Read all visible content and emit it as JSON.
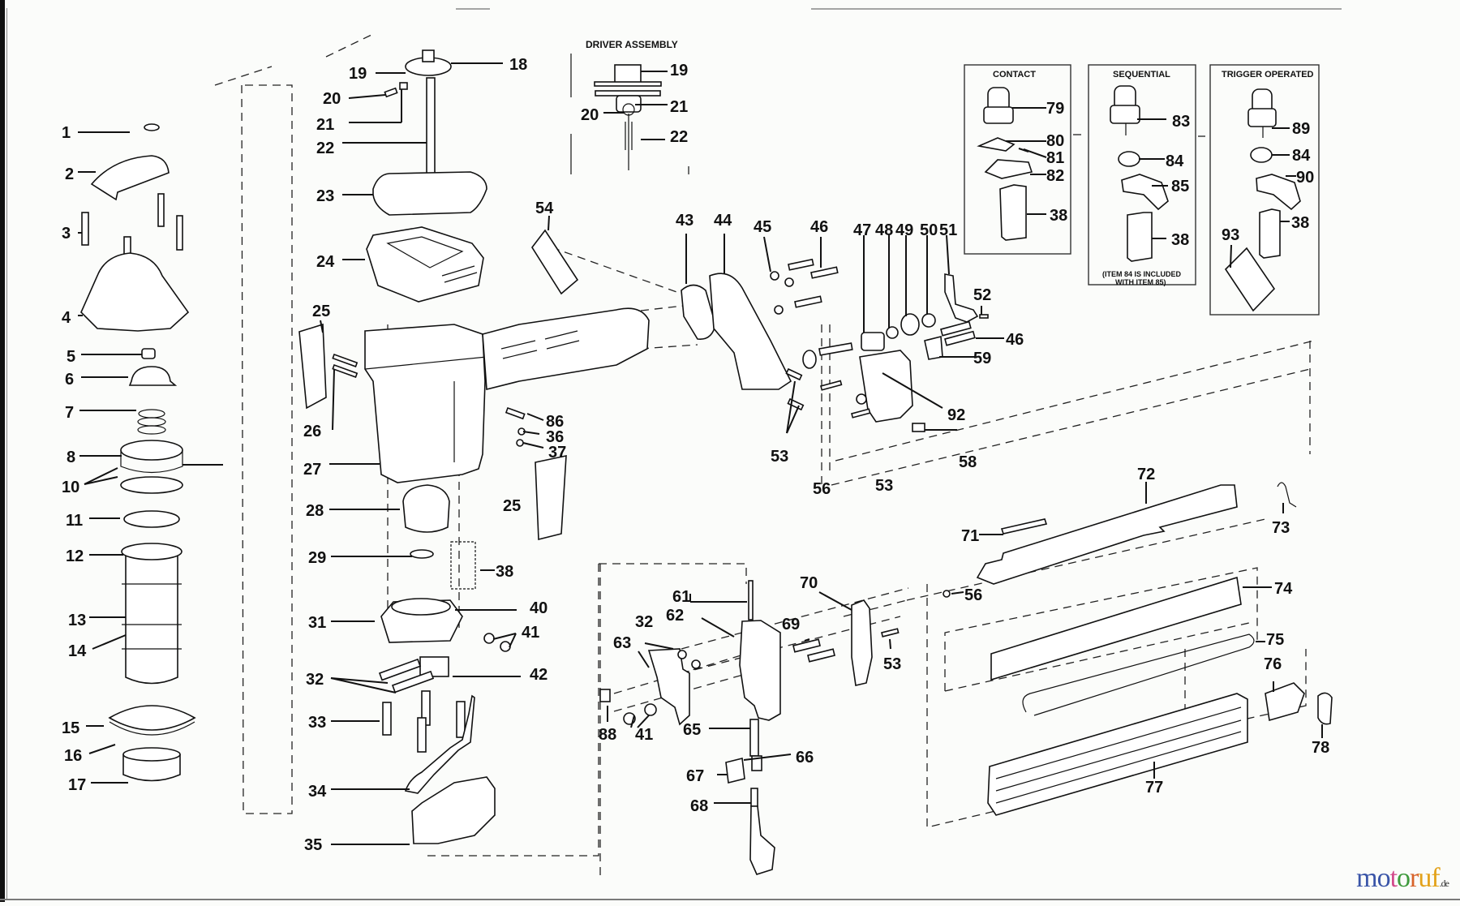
{
  "diagram": {
    "title": "Exploded parts diagram",
    "insets": {
      "driver_assembly": {
        "title": "DRIVER ASSEMBLY",
        "labels": [
          "19",
          "20",
          "21",
          "22"
        ]
      },
      "contact": {
        "title": "CONTACT",
        "labels": [
          "79",
          "80",
          "81",
          "82",
          "38"
        ]
      },
      "sequential": {
        "title": "SEQUENTIAL",
        "labels": [
          "83",
          "84",
          "85",
          "38"
        ],
        "note_line1": "(ITEM 84 IS INCLUDED",
        "note_line2": "WITH ITEM 85)"
      },
      "trigger_operated": {
        "title": "TRIGGER OPERATED",
        "labels": [
          "89",
          "84",
          "90",
          "38",
          "93"
        ]
      }
    },
    "callouts": {
      "c1": "1",
      "c2": "2",
      "c3": "3",
      "c4": "4",
      "c5": "5",
      "c6": "6",
      "c7": "7",
      "c8": "8",
      "c10": "10",
      "c11": "11",
      "c12": "12",
      "c13": "13",
      "c14": "14",
      "c15": "15",
      "c16": "16",
      "c17": "17",
      "c18": "18",
      "c19": "19",
      "c20": "20",
      "c21": "21",
      "c22": "22",
      "c23": "23",
      "c24": "24",
      "c25a": "25",
      "c25b": "25",
      "c26": "26",
      "c27": "27",
      "c28": "28",
      "c29": "29",
      "c31": "31",
      "c32a": "32",
      "c32b": "32",
      "c33": "33",
      "c34": "34",
      "c35": "35",
      "c36": "36",
      "c37": "37",
      "c38": "38",
      "c40": "40",
      "c41a": "41",
      "c41b": "41",
      "c42": "42",
      "c43": "43",
      "c44": "44",
      "c45": "45",
      "c46a": "46",
      "c46b": "46",
      "c47": "47",
      "c48": "48",
      "c49": "49",
      "c50": "50",
      "c51": "51",
      "c52": "52",
      "c53a": "53",
      "c53b": "53",
      "c53c": "53",
      "c54": "54",
      "c56a": "56",
      "c56b": "56",
      "c58": "58",
      "c59": "59",
      "c61": "61",
      "c62": "62",
      "c63": "63",
      "c65": "65",
      "c66": "66",
      "c67": "67",
      "c68": "68",
      "c69": "69",
      "c70": "70",
      "c71": "71",
      "c72": "72",
      "c73": "73",
      "c74": "74",
      "c75": "75",
      "c76": "76",
      "c77": "77",
      "c78": "78",
      "c86": "86",
      "c88": "88",
      "c92": "92"
    }
  },
  "watermark": {
    "letters": [
      "m",
      "o",
      "t",
      "o",
      "r",
      "u",
      "f"
    ],
    "colors": [
      "#3a55a8",
      "#3a55a8",
      "#d34a8c",
      "#3e9a3c",
      "#d8632a",
      "#e3a21a",
      "#e3a21a"
    ],
    "suffix": ".de"
  }
}
